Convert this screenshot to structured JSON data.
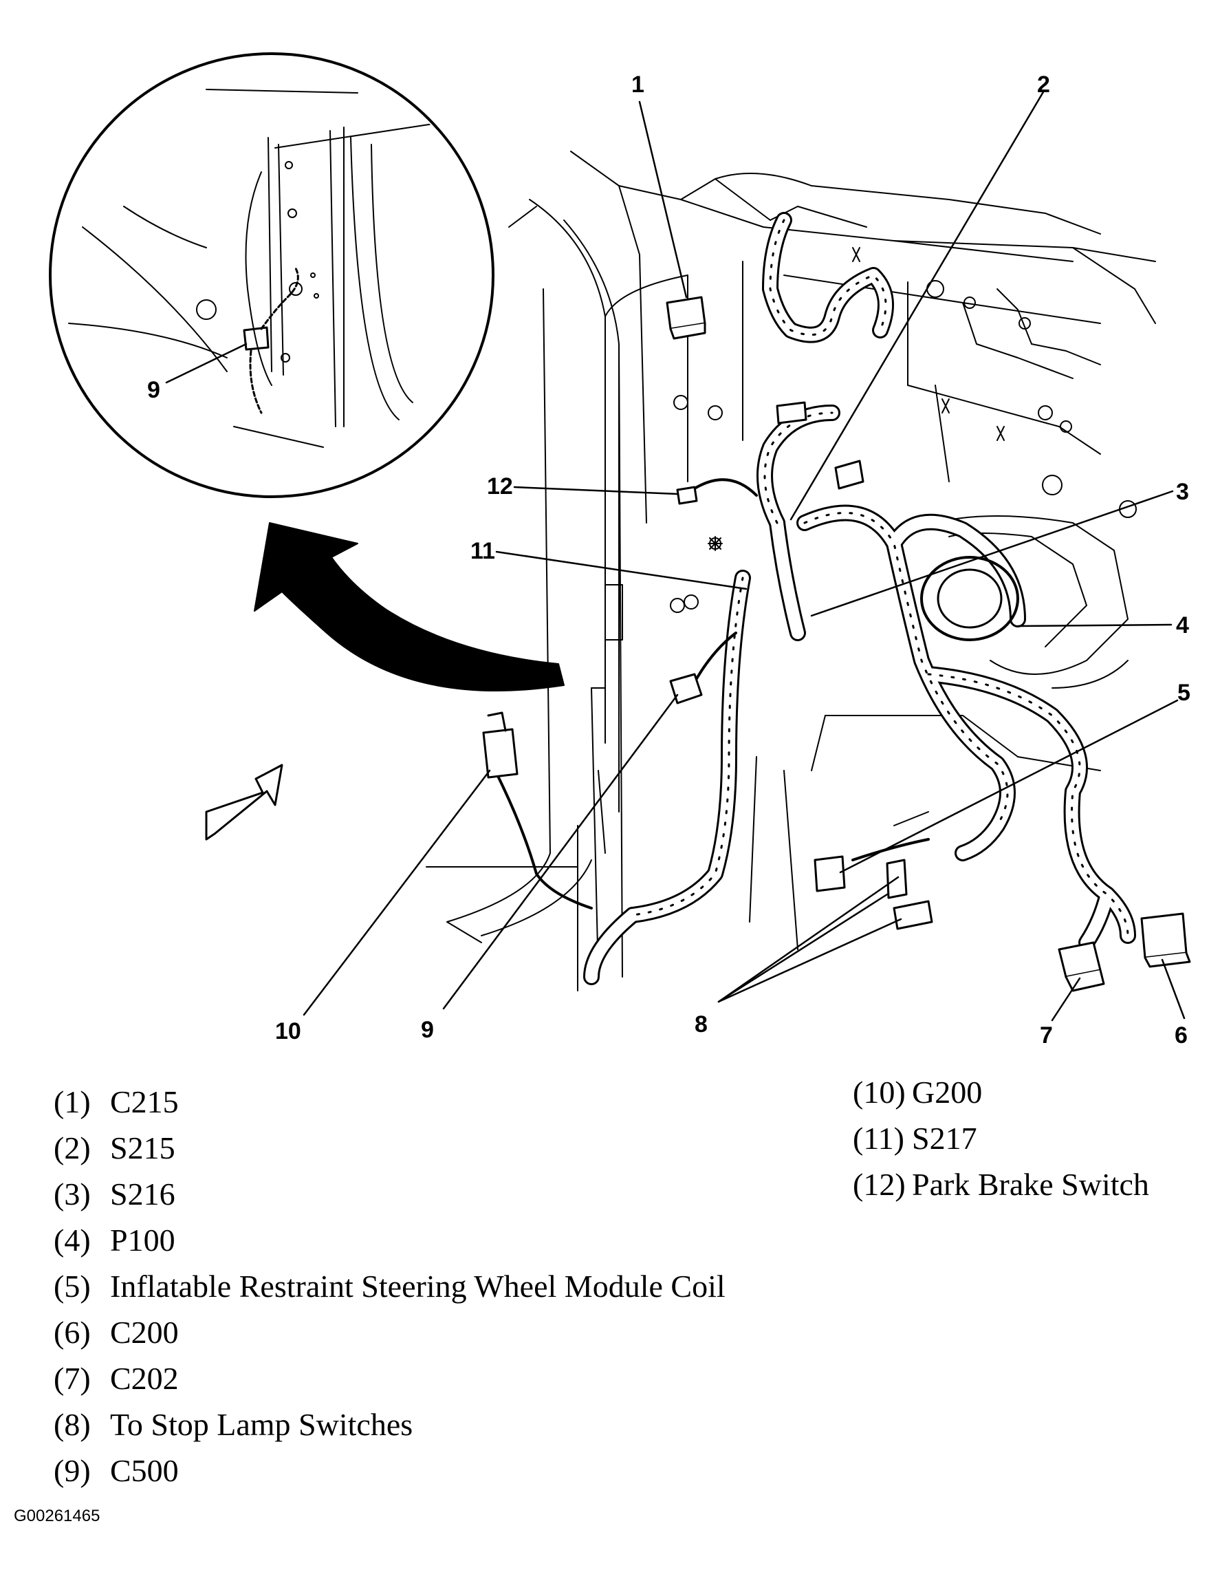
{
  "callouts": {
    "c1": "1",
    "c2": "2",
    "c3": "3",
    "c4": "4",
    "c5": "5",
    "c6": "6",
    "c7": "7",
    "c8": "8",
    "c9_main": "9",
    "c9_inset": "9",
    "c10": "10",
    "c11": "11",
    "c12": "12"
  },
  "legend": {
    "left": [
      {
        "num": "(1)",
        "label": "C215"
      },
      {
        "num": "(2)",
        "label": "S215"
      },
      {
        "num": "(3)",
        "label": "S216"
      },
      {
        "num": "(4)",
        "label": "P100"
      },
      {
        "num": "(5)",
        "label": "Inflatable Restraint Steering Wheel Module Coil"
      },
      {
        "num": "(6)",
        "label": "C200"
      },
      {
        "num": "(7)",
        "label": "C202"
      },
      {
        "num": "(8)",
        "label": "To Stop Lamp Switches"
      },
      {
        "num": "(9)",
        "label": "C500"
      }
    ],
    "right": [
      {
        "num": "(10)",
        "label": "G200"
      },
      {
        "num": "(11)",
        "label": "S217"
      },
      {
        "num": "(12)",
        "label": "Park Brake Switch"
      }
    ]
  },
  "figure_id": "G00261465",
  "colors": {
    "ink": "#000000",
    "paper": "#ffffff"
  }
}
